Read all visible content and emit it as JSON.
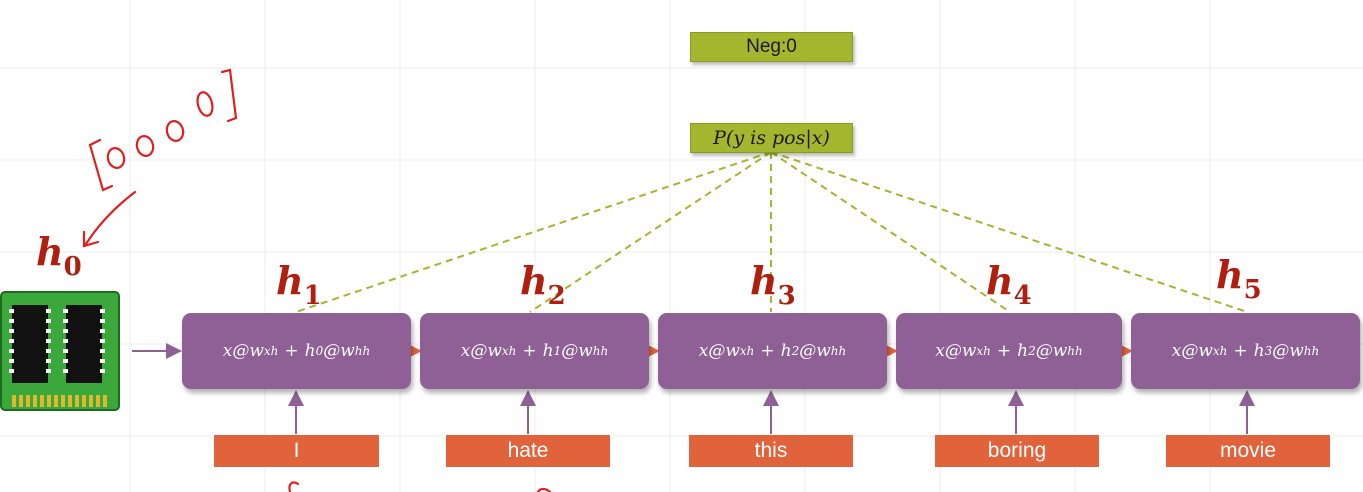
{
  "output": {
    "label": "Neg:0"
  },
  "probability": {
    "label": "P(y is pos|x)"
  },
  "initial_state": {
    "label_base": "h",
    "label_sub": "0",
    "annotation": "[0000]",
    "icon": "memory-chip-icon"
  },
  "cells": [
    {
      "h_sub": "1",
      "x": "x",
      "w_xh": "xh",
      "h_prev": "0",
      "w_hh": "hh",
      "word": "I"
    },
    {
      "h_sub": "2",
      "x": "x",
      "w_xh": "xh",
      "h_prev": "1",
      "w_hh": "hh",
      "word": "hate"
    },
    {
      "h_sub": "3",
      "x": "x",
      "w_xh": "xh",
      "h_prev": "2",
      "w_hh": "hh",
      "word": "this"
    },
    {
      "h_sub": "4",
      "x": "x",
      "w_xh": "xh",
      "h_prev": "2",
      "w_hh": "hh",
      "word": "boring"
    },
    {
      "h_sub": "5",
      "x": "x",
      "w_xh": "xh",
      "h_prev": "3",
      "w_hh": "hh",
      "word": "movie"
    }
  ],
  "colors": {
    "cell": "#8e6095",
    "word": "#e0633b",
    "top_box": "#a4b52e",
    "h_label": "#b01e10",
    "dashed": "#a4b52e",
    "annotation_ink": "#e02020",
    "arrow": "#8e6095",
    "chip_green": "#3aa83a"
  }
}
